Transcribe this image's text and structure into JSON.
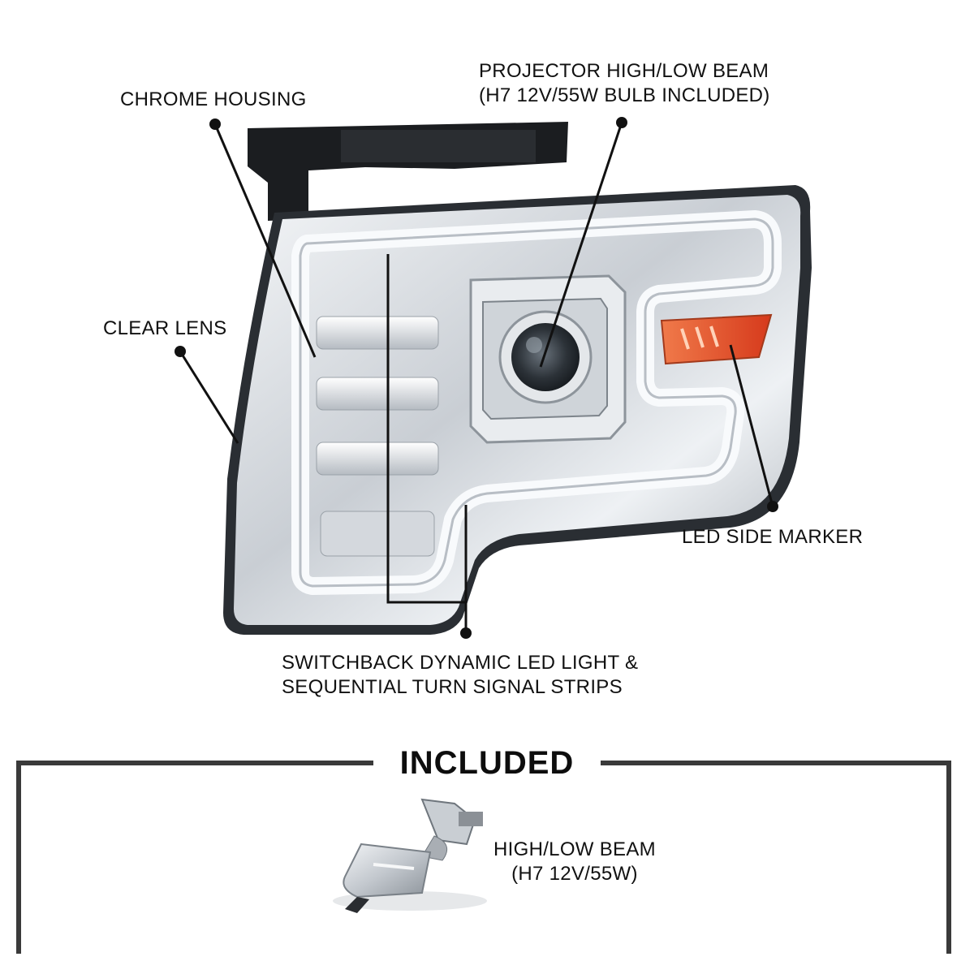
{
  "callouts": {
    "chrome_housing": "CHROME HOUSING",
    "projector_line1": "PROJECTOR HIGH/LOW BEAM",
    "projector_line2": "(H7 12V/55W BULB INCLUDED)",
    "clear_lens": "CLEAR LENS",
    "led_side_marker": "LED SIDE MARKER",
    "switchback_line1": "SWITCHBACK DYNAMIC LED LIGHT &",
    "switchback_line2": "SEQUENTIAL TURN SIGNAL STRIPS"
  },
  "included": {
    "title": "INCLUDED",
    "bulb_line1": "HIGH/LOW BEAM",
    "bulb_line2": "(H7 12V/55W)"
  },
  "colors": {
    "frame": "#3a3a3a",
    "amber": "#e8552a",
    "chrome": "#d9dde2"
  }
}
